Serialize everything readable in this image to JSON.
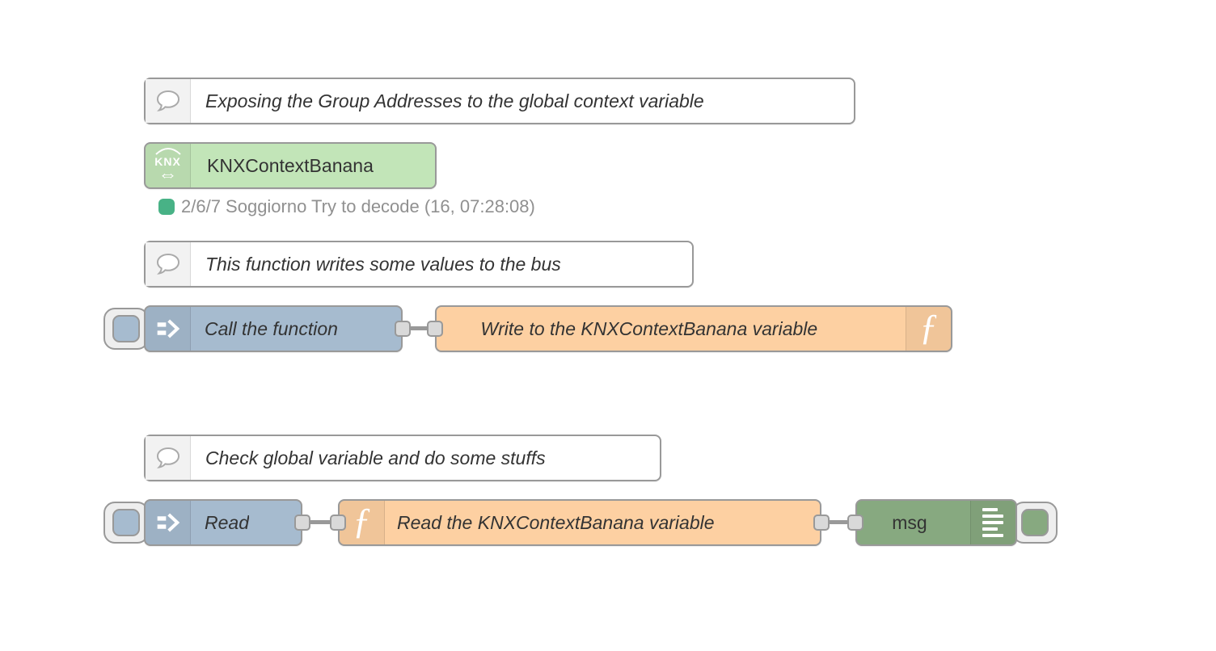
{
  "colors": {
    "canvas_bg": "#ffffff",
    "node_border": "#999999",
    "wire": "#999999",
    "port_fill": "#d9d9d9",
    "label_text": "#333333",
    "comment_fill": "#ffffff",
    "comment_icon_bg": "#f2f2f2",
    "knx_fill": "#c2e5b8",
    "inject_fill": "#a6bbcf",
    "function_fill": "#fdd0a2",
    "debug_fill": "#87a980",
    "status_dot": "#48b286",
    "status_text": "#909090"
  },
  "nodes": {
    "comment_expose": {
      "type": "comment",
      "label": "Exposing the Group Addresses to the global context variable"
    },
    "knx_context": {
      "type": "knx",
      "label": "KNXContextBanana",
      "status_text": "2/6/7 Soggiorno Try to decode (16, 07:28:08)"
    },
    "comment_write": {
      "type": "comment",
      "label": "This function writes some values to the bus"
    },
    "inject_call": {
      "type": "inject",
      "label": "Call the function"
    },
    "function_write": {
      "type": "function",
      "label": "Write to the KNXContextBanana variable"
    },
    "comment_check": {
      "type": "comment",
      "label": "Check global variable and do some stuffs"
    },
    "inject_read": {
      "type": "inject",
      "label": "Read"
    },
    "function_read": {
      "type": "function",
      "label": "Read the KNXContextBanana variable"
    },
    "debug_msg": {
      "type": "debug",
      "label": "msg"
    }
  },
  "icons": {
    "function_glyph": "ƒ",
    "knx_word": "KNX",
    "knx_arrows": "⇔"
  }
}
